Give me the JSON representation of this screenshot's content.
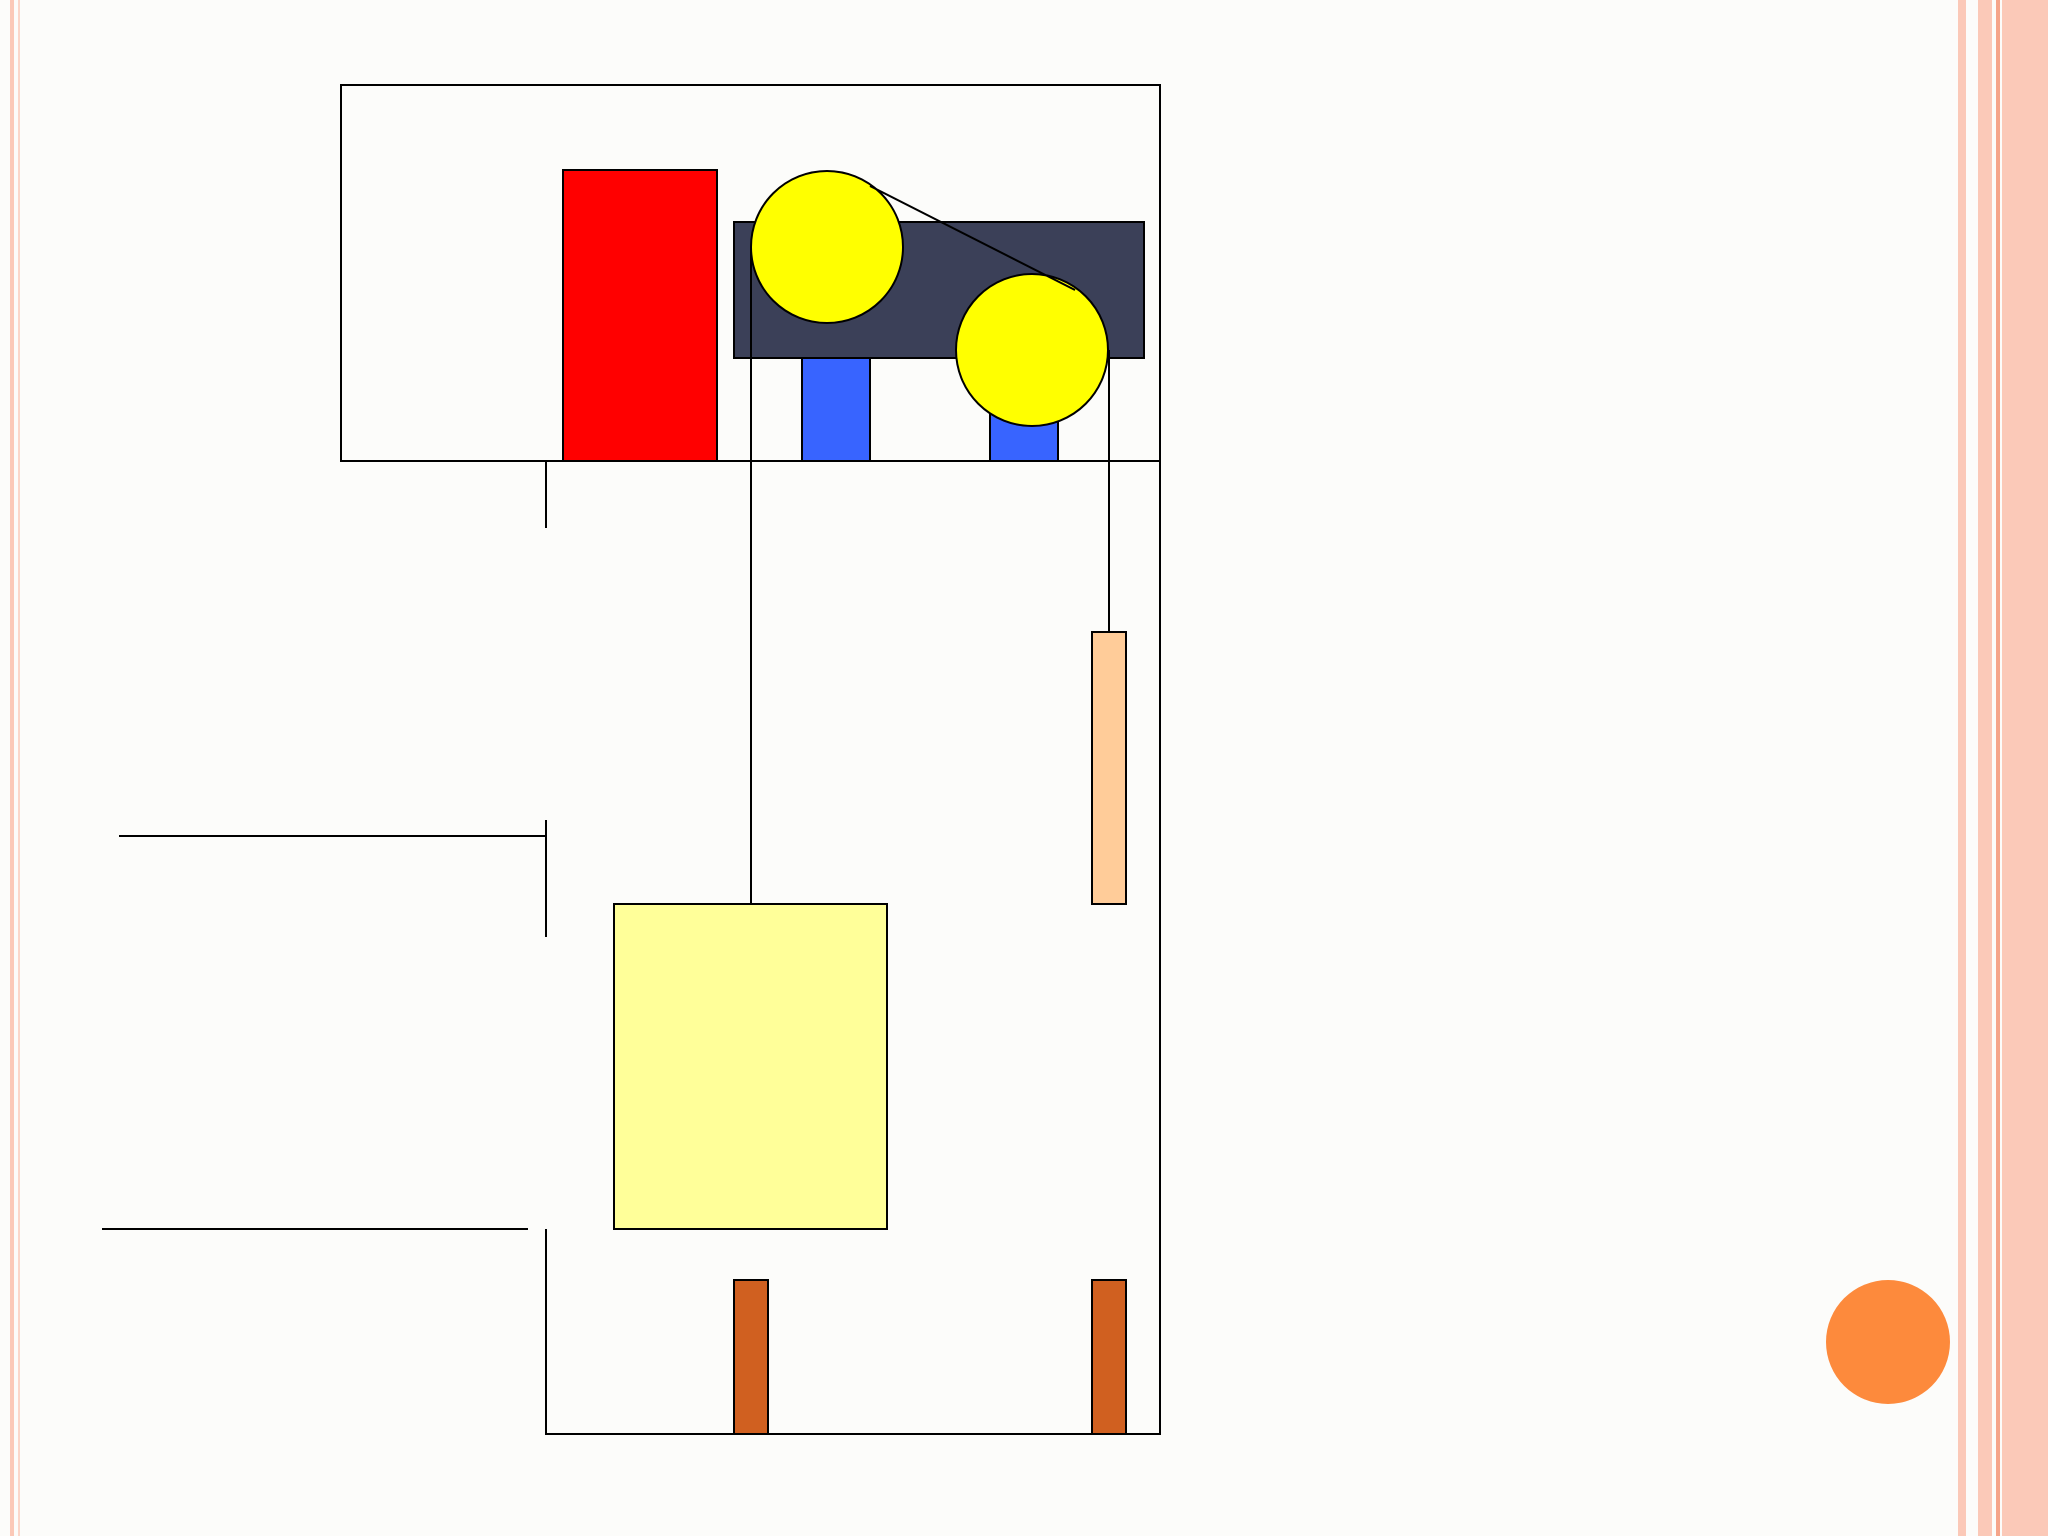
{
  "colors": {
    "background": "#fcfcfa",
    "border_light": "#fbc9b8",
    "border_mid": "#f5a58a",
    "accent_dot": "#fd8a3c",
    "outline": "#000000",
    "machine_red": "#ff0000",
    "housing_dark": "#3b4058",
    "pulley_yellow": "#ffff00",
    "support_blue": "#3864ff",
    "counterweight_peach": "#ffcc99",
    "cabin_yellow": "#ffff99",
    "buffer_brown": "#d06020"
  },
  "diagram": {
    "components": [
      "machine-room-outline",
      "motor-block",
      "gear-housing",
      "drive-pulley",
      "deflector-pulley",
      "pulley-support-left",
      "pulley-support-right",
      "shaft-outline",
      "car-rope",
      "counterweight-rope",
      "counterweight",
      "elevator-car",
      "car-buffer",
      "counterweight-buffer",
      "floor-line-upper",
      "floor-line-lower"
    ]
  }
}
